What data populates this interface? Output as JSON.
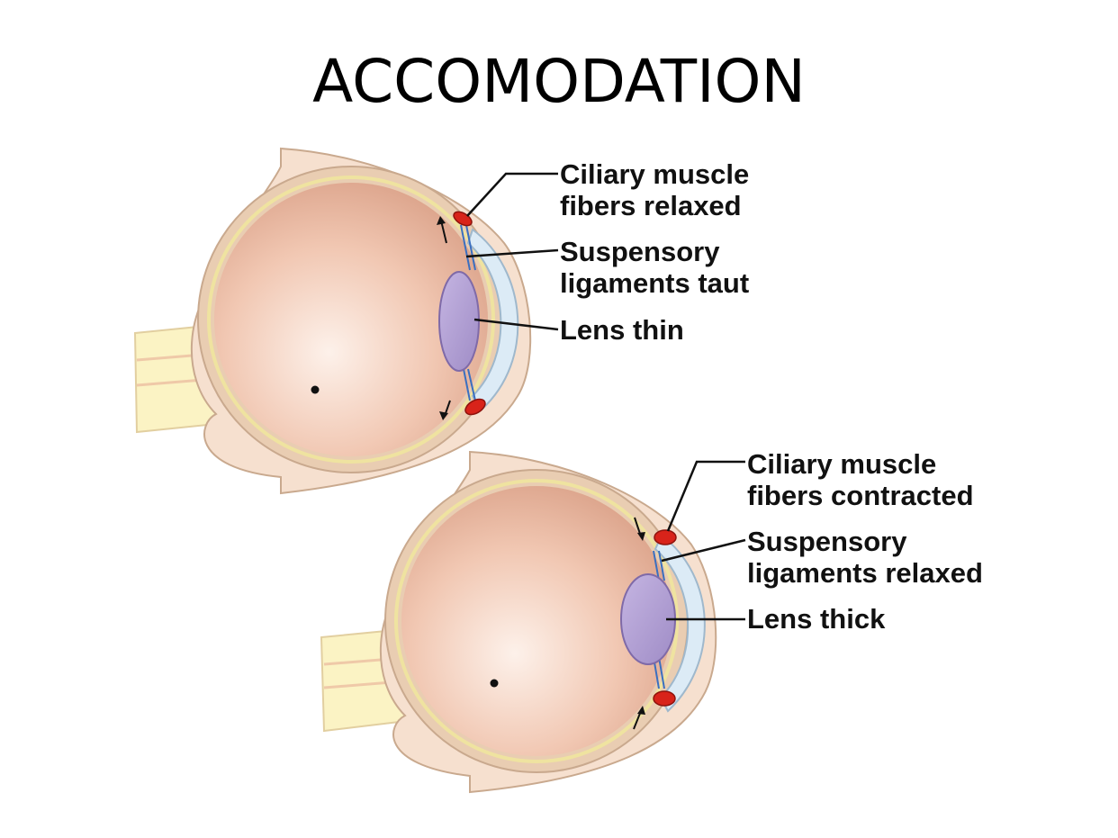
{
  "title": "ACCOMODATION",
  "eye_far": {
    "labels": {
      "ciliary_line1": "Ciliary muscle",
      "ciliary_line2": "fibers relaxed",
      "suspensory_line1": "Suspensory",
      "suspensory_line2": "ligaments taut",
      "lens": "Lens thin"
    }
  },
  "eye_near": {
    "labels": {
      "ciliary_line1": "Ciliary muscle",
      "ciliary_line2": "fibers contracted",
      "suspensory_line1": "Suspensory",
      "suspensory_line2": "ligaments relaxed",
      "lens": "Lens thick"
    }
  },
  "colors": {
    "sclera": "#f3d9c6",
    "choroid": "#e8c5a8",
    "retina_line": "#efe3a0",
    "vitreous_center": "#fbe9de",
    "vitreous_edge": "#dea78c",
    "lens": "#b6a3d6",
    "ciliary_muscle": "#d8231a",
    "optic_nerve": "#fbf3c4",
    "cornea": "#dcebf6"
  }
}
